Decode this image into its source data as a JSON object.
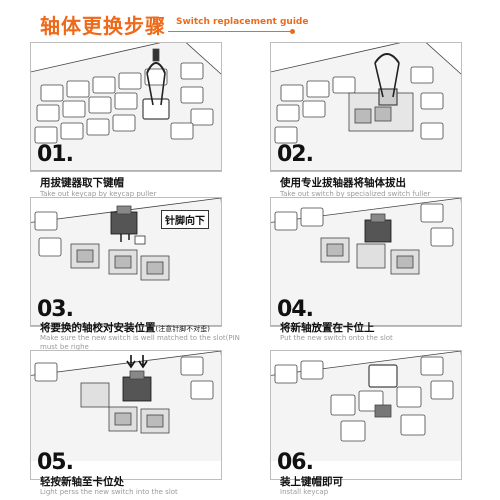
{
  "header": {
    "title_zh": "轴体更换步骤",
    "title_en": "Switch replacement guide",
    "accent_color": "#ee6a1b"
  },
  "steps": [
    {
      "number": "01.",
      "caption_zh": "用拔键器取下键帽",
      "caption_en": "Take out keycap by keycap puller",
      "icon": "keycap-puller-illustration"
    },
    {
      "number": "02.",
      "caption_zh": "使用专业拔轴器将轴体拔出",
      "caption_en": "Take out switch by specialized switch fuller",
      "icon": "switch-puller-illustration"
    },
    {
      "number": "03.",
      "caption_zh": "将要换的轴校对安装位置",
      "caption_zh_note": "(注意针脚不对歪)",
      "caption_en": "Make sure the new switch is well matched to the slot(PIN must be righe",
      "callout": "针脚向下",
      "icon": "switch-alignment-illustration"
    },
    {
      "number": "04.",
      "caption_zh": "将新轴放置在卡位上",
      "caption_en": "Put the new switch onto the slot",
      "icon": "switch-placement-illustration"
    },
    {
      "number": "05.",
      "caption_zh": "轻按新轴至卡位处",
      "caption_en": "Light perss the new switch into the slot",
      "icon": "switch-press-illustration"
    },
    {
      "number": "06.",
      "caption_zh": "装上键帽即可",
      "caption_en": "Install keycap",
      "icon": "keycap-install-illustration"
    }
  ]
}
